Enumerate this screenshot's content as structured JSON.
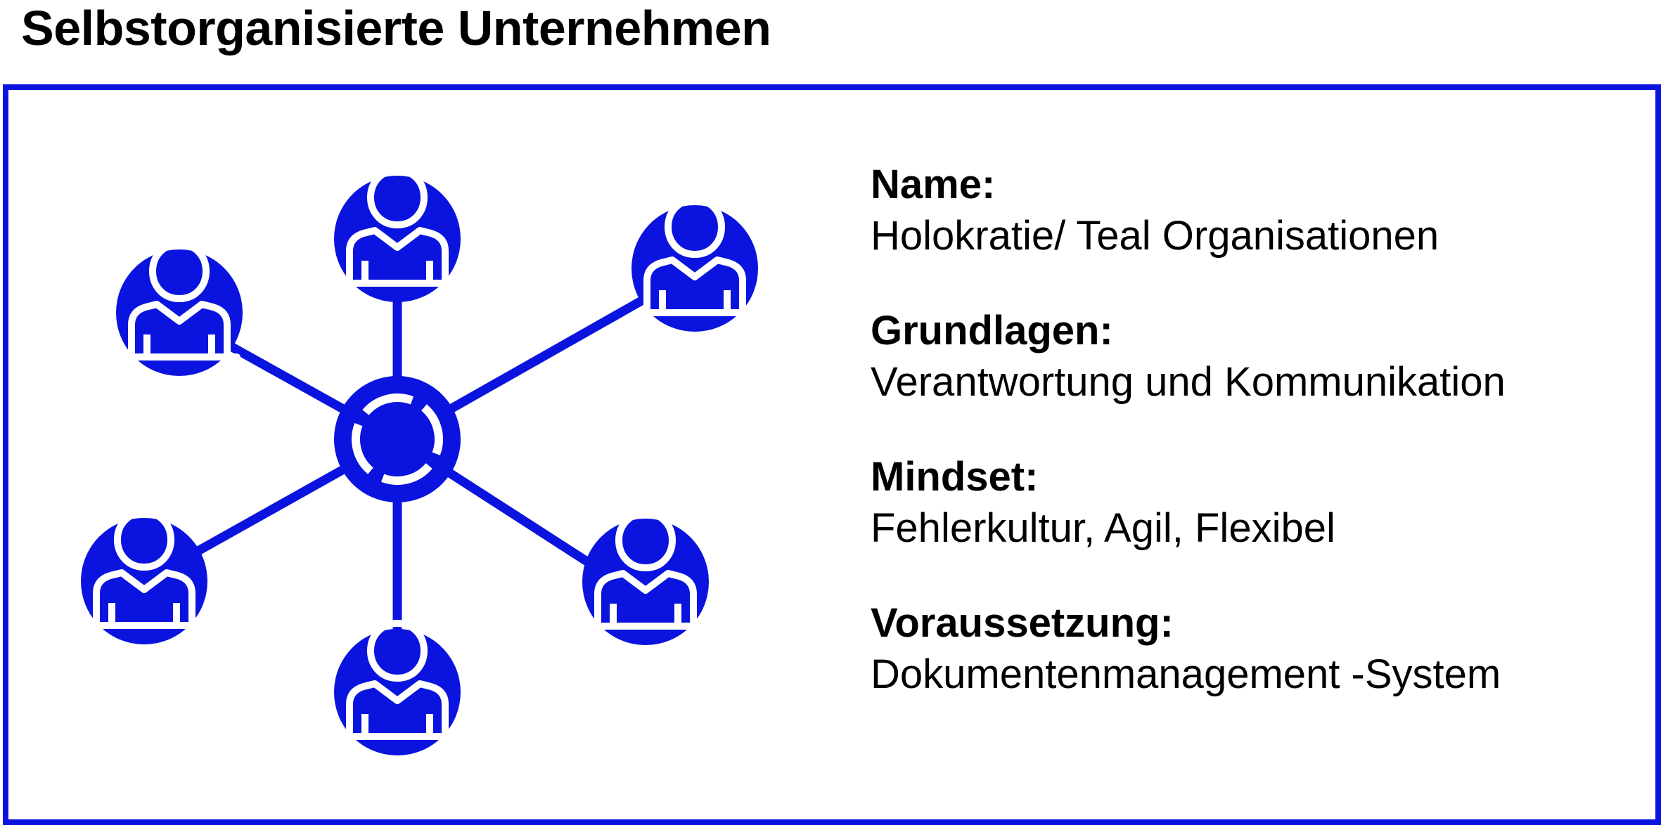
{
  "title": "Selbstorganisierte Unternehmen",
  "colors": {
    "accent": "#0a14de",
    "background": "#ffffff",
    "text": "#000000"
  },
  "diagram": {
    "center": {
      "icon": "hub-icon"
    },
    "nodes": [
      {
        "id": "top",
        "icon": "person-icon"
      },
      {
        "id": "upper-left",
        "icon": "person-icon"
      },
      {
        "id": "upper-right",
        "icon": "person-icon"
      },
      {
        "id": "lower-left",
        "icon": "person-icon"
      },
      {
        "id": "lower-right",
        "icon": "person-icon"
      },
      {
        "id": "bottom",
        "icon": "person-icon"
      }
    ]
  },
  "info": {
    "name": {
      "label": "Name:",
      "value": "Holokratie/ Teal Organisationen"
    },
    "grundlagen": {
      "label": "Grundlagen:",
      "value": "Verantwortung und Kommunikation"
    },
    "mindset": {
      "label": "Mindset:",
      "value": "Fehlerkultur, Agil, Flexibel"
    },
    "voraussetzung": {
      "label": "Voraussetzung:",
      "value": "Dokumentenmanagement -System"
    }
  }
}
